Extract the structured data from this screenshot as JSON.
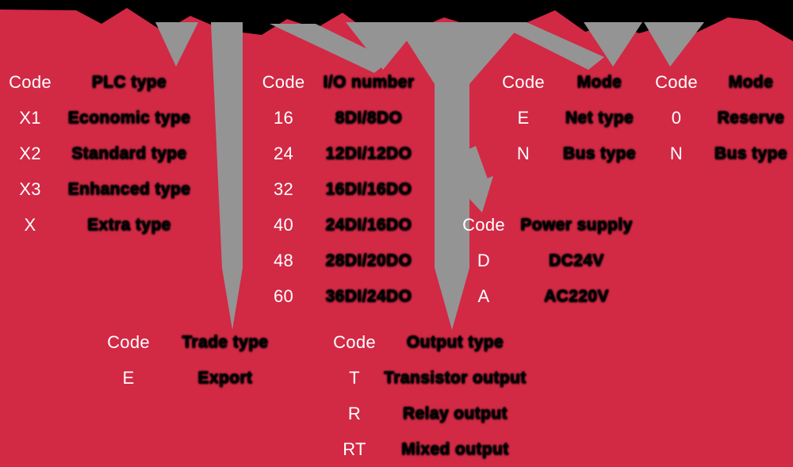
{
  "colors": {
    "background": "#d22945",
    "arrow_gray": "#949494",
    "top_band_black": "#000000",
    "code_text": "#ffffff",
    "value_text": "#000000"
  },
  "top_band": {
    "description": "bottom edge of large black model-number text, clipped at top of screenshot"
  },
  "tables": [
    {
      "name": "plc-type-table",
      "code_header": "Code",
      "value_header": "PLC type",
      "rows": [
        {
          "code": "X1",
          "value": "Economic type"
        },
        {
          "code": "X2",
          "value": "Standard type"
        },
        {
          "code": "X3",
          "value": "Enhanced type"
        },
        {
          "code": "X",
          "value": "Extra type"
        }
      ]
    },
    {
      "name": "io-number-table",
      "code_header": "Code",
      "value_header": "I/O number",
      "rows": [
        {
          "code": "16",
          "value": "8DI/8DO"
        },
        {
          "code": "24",
          "value": "12DI/12DO"
        },
        {
          "code": "32",
          "value": "16DI/16DO"
        },
        {
          "code": "40",
          "value": "24DI/16DO"
        },
        {
          "code": "48",
          "value": "28DI/20DO"
        },
        {
          "code": "60",
          "value": "36DI/24DO"
        }
      ]
    },
    {
      "name": "mode-table-left",
      "code_header": "Code",
      "value_header": "Mode",
      "rows": [
        {
          "code": "E",
          "value": "Net type"
        },
        {
          "code": "N",
          "value": "Bus type"
        }
      ]
    },
    {
      "name": "mode-table-right",
      "code_header": "Code",
      "value_header": "Mode",
      "rows": [
        {
          "code": "0",
          "value": "Reserve"
        },
        {
          "code": "N",
          "value": "Bus type"
        }
      ]
    },
    {
      "name": "power-supply-table",
      "code_header": "Code",
      "value_header": "Power supply",
      "rows": [
        {
          "code": "D",
          "value": "DC24V"
        },
        {
          "code": "A",
          "value": "AC220V"
        }
      ]
    },
    {
      "name": "trade-type-table",
      "code_header": "Code",
      "value_header": "Trade type",
      "rows": [
        {
          "code": "E",
          "value": "Export"
        }
      ]
    },
    {
      "name": "output-type-table",
      "code_header": "Code",
      "value_header": "Output type",
      "rows": [
        {
          "code": "T",
          "value": "Transistor output"
        },
        {
          "code": "R",
          "value": "Relay output"
        },
        {
          "code": "RT",
          "value": "Mixed output"
        }
      ]
    }
  ]
}
